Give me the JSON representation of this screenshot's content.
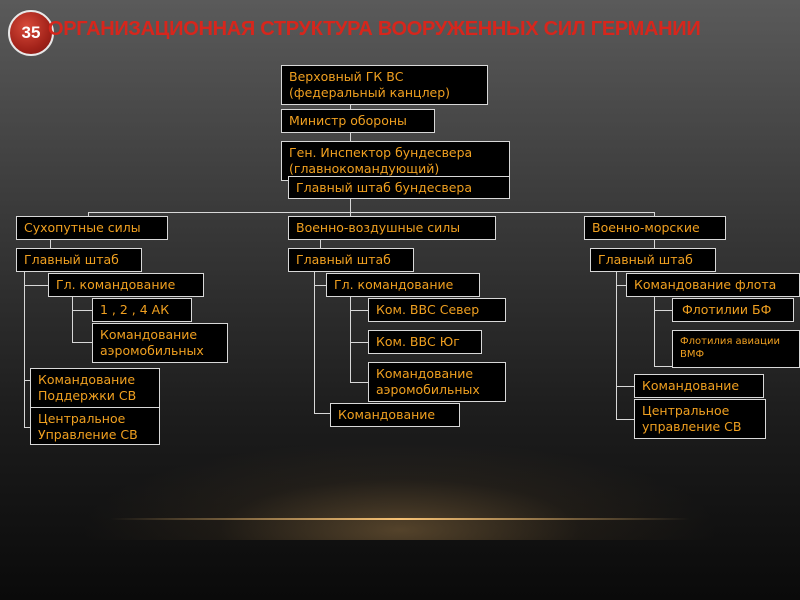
{
  "slide": {
    "number": "35",
    "title": "ОРГАНИЗАЦИОННАЯ СТРУКТУРА ВООРУЖЕННЫХ СИЛ ГЕРМАНИИ"
  },
  "top": {
    "supreme_l1": "Верховный ГК ВС",
    "supreme_l2": "(федеральный канцлер)",
    "minister": "Министр обороны",
    "inspector_l1": "Ген. Инспектор бундесвера",
    "inspector_l2": "(главнокомандующий)",
    "general_staff": "Главный штаб бундесвера"
  },
  "army": {
    "name": "Сухопутные силы",
    "main_staff": "Главный штаб",
    "command": "Гл. командование",
    "corps": "1 , 2 , 4 АК",
    "airmobile_l1": "Командование",
    "airmobile_l2": "аэромобильных",
    "support_l1": "Командование",
    "support_l2": "Поддержки СВ",
    "central_l1": "Центральное",
    "central_l2": "Управление СВ"
  },
  "airforce": {
    "name": "Военно-воздушные силы",
    "main_staff": "Главный штаб",
    "command": "Гл. командование",
    "north": "Ком. ВВС Север",
    "south": "Ком. ВВС Юг",
    "airmobile_l1": "Командование",
    "airmobile_l2": "аэромобильных",
    "command2": "Командование"
  },
  "navy": {
    "name": "Военно-морские",
    "main_staff": "Главный штаб",
    "fleet_command": "Командование флота",
    "flotillas": "Флотилии БФ",
    "aviation_l1": "Флотилия авиации",
    "aviation_l2": "ВМФ",
    "command": "Командование",
    "central_l1": "Центральное",
    "central_l2": "управление СВ"
  },
  "colors": {
    "title": "#d7261c",
    "box_text": "#f0a020",
    "box_border": "#d8d8d8",
    "box_fill": "#000000",
    "badge": "#a3231a"
  }
}
